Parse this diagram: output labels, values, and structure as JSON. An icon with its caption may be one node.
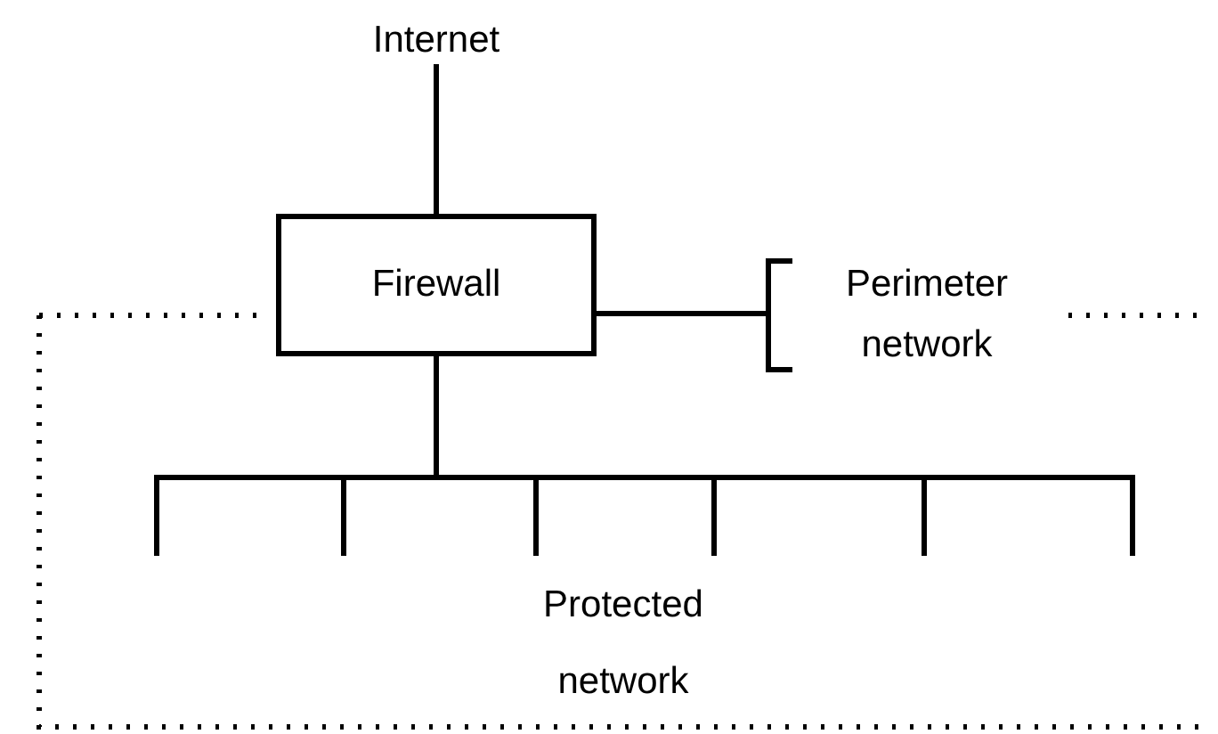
{
  "diagram": {
    "nodes": [
      {
        "text": [
          "Internet"
        ]
      },
      {
        "text": [
          "Firewall"
        ]
      },
      {
        "text": [
          "Perimeter network"
        ]
      }
    ],
    "edges": [
      {
        "from": 0,
        "to": 1,
        "arrow": "none"
      },
      {
        "from": 1,
        "to": 2,
        "arrow": "none"
      },
      {
        "from": 1,
        "to": null,
        "arrow": "none"
      },
      {
        "from": 1,
        "to": null,
        "arrow": "none"
      },
      {
        "from": 1,
        "to": null,
        "arrow": "none"
      },
      {
        "from": 1,
        "to": null,
        "arrow": "none"
      },
      {
        "from": 1,
        "to": null,
        "arrow": "none"
      },
      {
        "from": 1,
        "to": null,
        "arrow": "none"
      }
    ],
    "labels": [
      "Protected network"
    ]
  }
}
